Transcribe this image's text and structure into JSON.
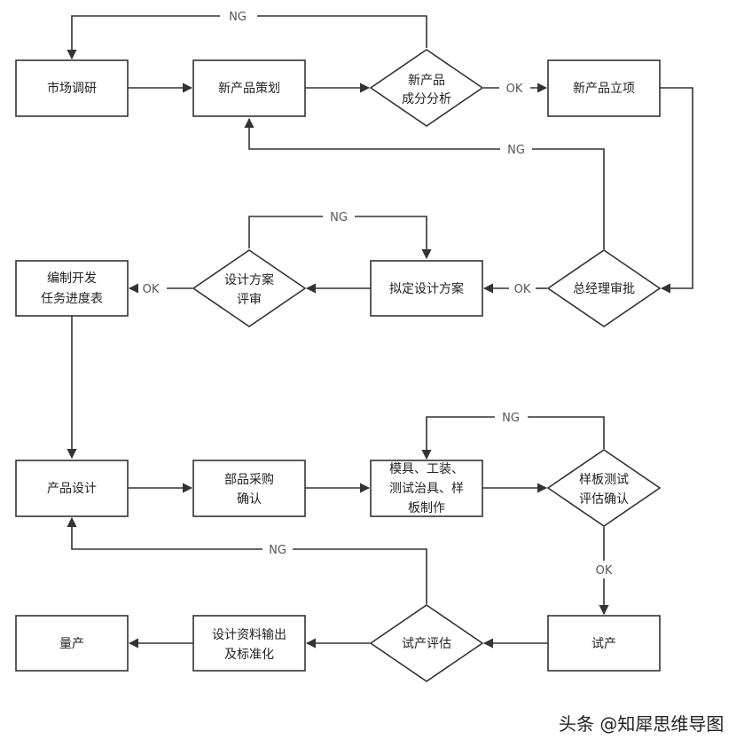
{
  "colors": {
    "stroke": "#333333",
    "fill": "#ffffff",
    "text": "#222222",
    "label": "#555555"
  },
  "nodes": {
    "market_research": "市场调研",
    "new_product_planning": "新产品策划",
    "new_product_analysis": [
      "新产品",
      "成分分析"
    ],
    "new_product_launch": "新产品立项",
    "gm_approval": "总经理审批",
    "draft_design_plan": "拟定设计方案",
    "design_plan_review": [
      "设计方案",
      "评审"
    ],
    "dev_schedule": [
      "编制开发",
      "任务进度表"
    ],
    "product_design": "产品设计",
    "parts_purchase": [
      "部品采购",
      "确认"
    ],
    "mold_tooling": [
      "模具、工装、",
      "测试治具、样",
      "板制作"
    ],
    "sample_test": [
      "样板测试",
      "评估确认"
    ],
    "trial_production": "试产",
    "trial_evaluation": "试产评估",
    "design_output": [
      "设计资料输出",
      "及标准化"
    ],
    "mass_production": "量产"
  },
  "labels": {
    "ok": "OK",
    "ng": "NG"
  },
  "watermark": "头条 @知犀思维导图"
}
